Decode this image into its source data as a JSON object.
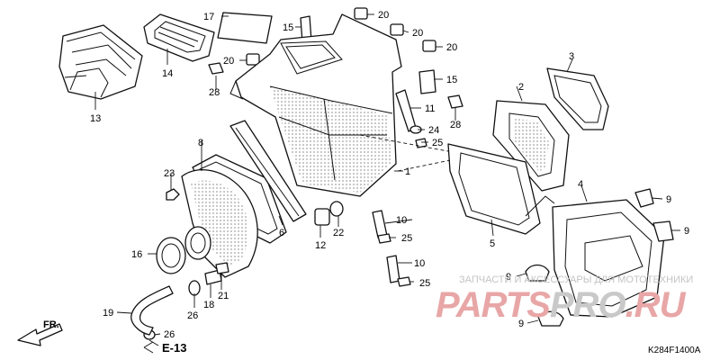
{
  "diagram": {
    "reference_code": "K284F1400A",
    "section_link": "E-13",
    "direction_label": "FR.",
    "callouts": {
      "c1": "1",
      "c2": "2",
      "c3": "3",
      "c4": "4",
      "c5": "5",
      "c6": "6",
      "c8": "8",
      "c9a": "9",
      "c9b": "9",
      "c9c": "9",
      "c9d": "9",
      "c10a": "10",
      "c10b": "10",
      "c11": "11",
      "c12": "12",
      "c13": "13",
      "c14": "14",
      "c15a": "15",
      "c15b": "15",
      "c16": "16",
      "c17": "17",
      "c18": "18",
      "c19": "19",
      "c20a": "20",
      "c20b": "20",
      "c20c": "20",
      "c20d": "20",
      "c21": "21",
      "c22": "22",
      "c23": "23",
      "c24": "24",
      "c25a": "25",
      "c25b": "25",
      "c25c": "25",
      "c26a": "26",
      "c26b": "26",
      "c28a": "28",
      "c28b": "28"
    }
  },
  "watermark": {
    "text": "ЗАПЧАСТИ И АКСЕССУАРЫ ДЛЯ МОТОТЕХНИКИ",
    "logo_part1": "PARTS",
    "logo_part2": "PRO",
    "logo_part3": ".RU",
    "colors": {
      "red": "#e8a6a6",
      "gray": "#c9c9c9"
    }
  }
}
